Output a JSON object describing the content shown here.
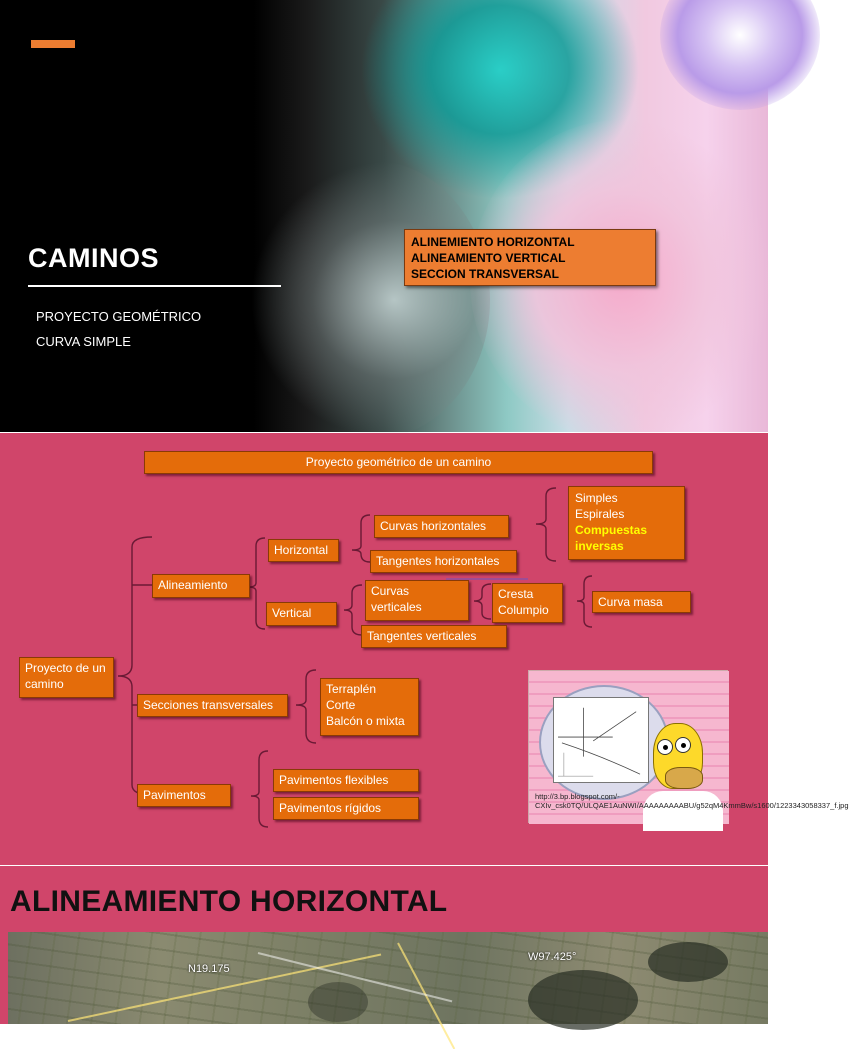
{
  "slide1": {
    "title": "CAMINOS",
    "subtitle_lines": [
      "PROYECTO GEOMÉTRICO",
      "CURVA SIMPLE"
    ],
    "callout_lines": [
      "ALINEMIENTO HORIZONTAL",
      "ALINEAMIENTO VERTICAL",
      "SECCION TRANSVERSAL"
    ],
    "accent_color": "#ed7d31"
  },
  "slide2": {
    "header": "Proyecto geométrico de un camino",
    "root": "Proyecto de un camino",
    "alineamiento": "Alineamiento",
    "horizontal": "Horizontal",
    "vertical": "Vertical",
    "curvas_horizontales": "Curvas horizontales",
    "tangentes_horizontales": "Tangentes horizontales",
    "tipos_curva": [
      "Simples",
      "Espirales"
    ],
    "tipos_curva_destacados": [
      "Compuestas",
      "inversas"
    ],
    "curvas_verticales": "Curvas verticales",
    "cresta_columpio": [
      "Cresta",
      "Columpio"
    ],
    "curva_masa": "Curva masa",
    "tangentes_verticales": "Tangentes verticales",
    "secciones_transversales": "Secciones transversales",
    "tipos_seccion": [
      "Terraplén",
      "Corte",
      "Balcón o mixta"
    ],
    "pavimentos": "Pavimentos",
    "pavimentos_flexibles": "Pavimentos flexibles",
    "pavimentos_rigidos": "Pavimentos rígidos",
    "image_caption": "http://3.bp.blogspot.com/-CXIv_csk0TQ/ULQAE1AuNWI/AAAAAAAAABU/g52qM4KmmBw/s1600/1223343058337_f.jpg",
    "background_color": "#d0456a",
    "node_color": "#e46c0a"
  },
  "slide3": {
    "title": "ALINEAMIENTO HORIZONTAL",
    "map_coord_left": "N19.175",
    "map_coord_right": "W97.425°"
  }
}
